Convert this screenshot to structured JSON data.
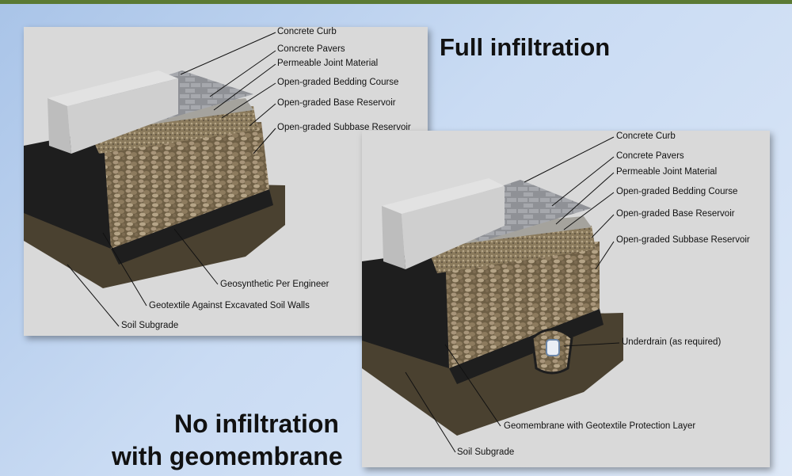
{
  "headings": {
    "full": "Full infiltration",
    "no_line1": "No infiltration",
    "no_line2": "with geomembrane"
  },
  "panel1": {
    "labels": [
      "Concrete Curb",
      "Concrete Pavers",
      "Permeable Joint Material",
      "Open-graded Bedding Course",
      "Open-graded Base Reservoir",
      "Open-graded Subbase Reservoir",
      "Geosynthetic Per Engineer",
      "Geotextile Against Excavated Soil Walls",
      "Soil Subgrade"
    ]
  },
  "panel2": {
    "labels": [
      "Concrete Curb",
      "Concrete Pavers",
      "Permeable Joint Material",
      "Open-graded Bedding Course",
      "Open-graded Base Reservoir",
      "Open-graded Subbase Reservoir",
      "Underdrain (as required)",
      "Geomembrane with Geotextile Protection Layer",
      "Soil Subgrade"
    ]
  },
  "colors": {
    "background": "#c9dbf3",
    "accent_bar": "#5b7a34",
    "panel": "#d9d9d9",
    "soil": "#4a4130",
    "membrane": "#1e1e1e",
    "aggregate": "#7a6a4e",
    "pavers": "#9b9da1",
    "curb": "#c8c8c8"
  }
}
